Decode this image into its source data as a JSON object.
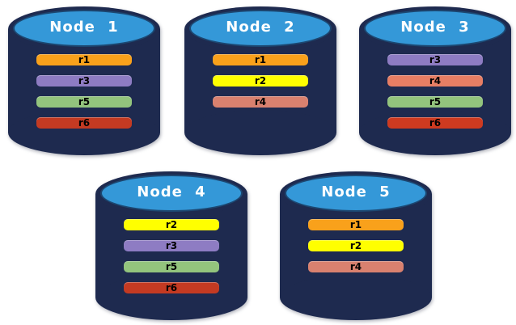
{
  "colors": {
    "background": "#FFFFFF",
    "cylinder_body": "#1E2A4F",
    "cylinder_top_face": "#3498D8",
    "cylinder_top_border": "#1C4771",
    "title_text": "#FFFFFF",
    "bar_text": "#000000"
  },
  "nodes": [
    {
      "label": "Node 1",
      "replicas": [
        {
          "id": "r1",
          "color": "#F9A11B"
        },
        {
          "id": "r3",
          "color": "#8E7CC3"
        },
        {
          "id": "r5",
          "color": "#93C47D"
        },
        {
          "id": "r6",
          "color": "#C43A22"
        }
      ]
    },
    {
      "label": "Node 2",
      "replicas": [
        {
          "id": "r1",
          "color": "#F9A11B"
        },
        {
          "id": "r2",
          "color": "#FFFF00"
        },
        {
          "id": "r4",
          "color": "#D9816F"
        }
      ]
    },
    {
      "label": "Node 3",
      "replicas": [
        {
          "id": "r3",
          "color": "#8E7CC3"
        },
        {
          "id": "r4",
          "color": "#E77E64"
        },
        {
          "id": "r5",
          "color": "#93C47D"
        },
        {
          "id": "r6",
          "color": "#CE3A20"
        }
      ]
    },
    {
      "label": "Node 4",
      "replicas": [
        {
          "id": "r2",
          "color": "#FFFF00"
        },
        {
          "id": "r3",
          "color": "#8E7CC3"
        },
        {
          "id": "r5",
          "color": "#93C47D"
        },
        {
          "id": "r6",
          "color": "#C43A22"
        }
      ]
    },
    {
      "label": "Node 5",
      "replicas": [
        {
          "id": "r1",
          "color": "#F9A11B"
        },
        {
          "id": "r2",
          "color": "#FFFF00"
        },
        {
          "id": "r4",
          "color": "#D9816F"
        }
      ]
    }
  ]
}
